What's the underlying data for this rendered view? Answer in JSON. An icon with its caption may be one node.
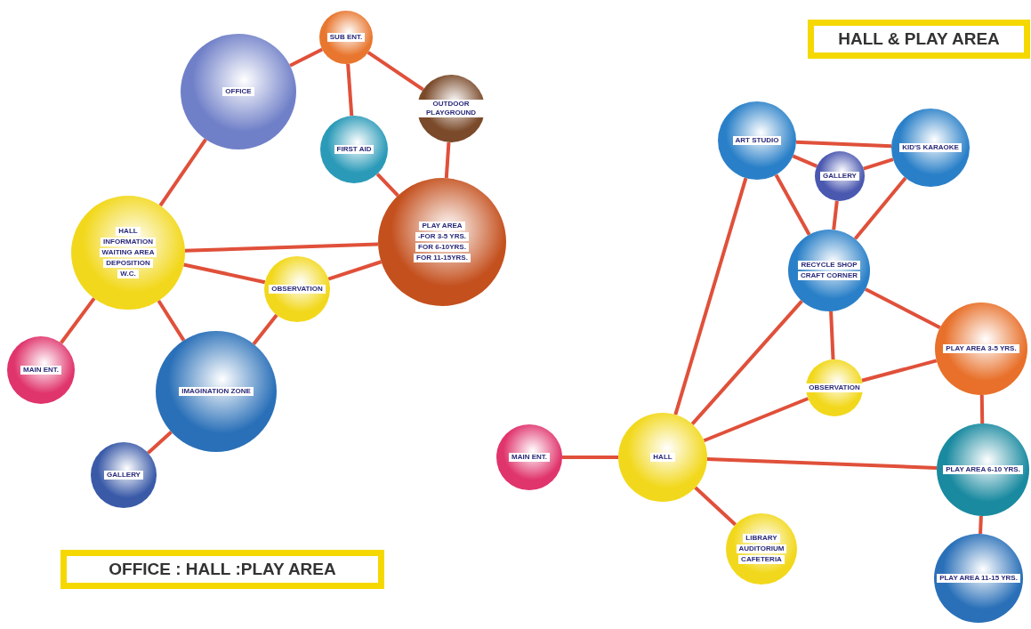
{
  "diagram": {
    "nodes": [
      {
        "text": [
          "SUB ENT."
        ]
      },
      {
        "text": [
          "OFFICE"
        ]
      },
      {
        "text": [
          "OUTDOOR PLAYGROUND"
        ]
      },
      {
        "text": [
          "FIRST AID"
        ]
      },
      {
        "text": [
          "HALL",
          "INFORMATION",
          "WAITING AREA",
          "DEPOSITION",
          "W.C."
        ]
      },
      {
        "text": [
          "PLAY AREA",
          "-FOR 3-5 YRS.",
          "FOR 6-10YRS.",
          "FOR 11-15YRS."
        ]
      },
      {
        "text": [
          "OBSERVATION"
        ]
      },
      {
        "text": [
          "MAIN ENT."
        ]
      },
      {
        "text": [
          "IMAGINATION ZONE"
        ]
      },
      {
        "text": [
          "GALLERY"
        ]
      },
      {
        "text": [
          "ART STUDIO"
        ]
      },
      {
        "text": [
          "GALLERY"
        ]
      },
      {
        "text": [
          "KID'S KARAOKE"
        ]
      },
      {
        "text": [
          "RECYCLE SHOP",
          "CRAFT CORNER"
        ]
      },
      {
        "text": [
          "PLAY AREA 3-5 YRS."
        ]
      },
      {
        "text": [
          "OBSERVATION"
        ]
      },
      {
        "text": [
          "MAIN ENT."
        ]
      },
      {
        "text": [
          "HALL"
        ]
      },
      {
        "text": [
          "LIBRARY",
          "AUDITORIUM",
          "CAFETERIA"
        ]
      },
      {
        "text": [
          "PLAY AREA 6-10 YRS."
        ]
      },
      {
        "text": [
          "PLAY AREA 11-15 YRS."
        ]
      }
    ],
    "edges": [
      {
        "from": 0,
        "to": 1,
        "arrow": "none"
      },
      {
        "from": 0,
        "to": 3,
        "arrow": "none"
      },
      {
        "from": 0,
        "to": 2,
        "arrow": "none"
      },
      {
        "from": 2,
        "to": 5,
        "arrow": "none"
      },
      {
        "from": 3,
        "to": 5,
        "arrow": "none"
      },
      {
        "from": 1,
        "to": 4,
        "arrow": "none"
      },
      {
        "from": 4,
        "to": 5,
        "arrow": "none"
      },
      {
        "from": 4,
        "to": 6,
        "arrow": "none"
      },
      {
        "from": 6,
        "to": 5,
        "arrow": "none"
      },
      {
        "from": 4,
        "to": 7,
        "arrow": "none"
      },
      {
        "from": 4,
        "to": 8,
        "arrow": "none"
      },
      {
        "from": 6,
        "to": 8,
        "arrow": "none"
      },
      {
        "from": 8,
        "to": 9,
        "arrow": "none"
      },
      {
        "from": 10,
        "to": 12,
        "arrow": "none"
      },
      {
        "from": 10,
        "to": 11,
        "arrow": "none"
      },
      {
        "from": 11,
        "to": 12,
        "arrow": "none"
      },
      {
        "from": 10,
        "to": 13,
        "arrow": "none"
      },
      {
        "from": 11,
        "to": 13,
        "arrow": "none"
      },
      {
        "from": 12,
        "to": 13,
        "arrow": "none"
      },
      {
        "from": 10,
        "to": 17,
        "arrow": "none"
      },
      {
        "from": 13,
        "to": 17,
        "arrow": "none"
      },
      {
        "from": 13,
        "to": 15,
        "arrow": "none"
      },
      {
        "from": 13,
        "to": 14,
        "arrow": "none"
      },
      {
        "from": 15,
        "to": 14,
        "arrow": "none"
      },
      {
        "from": 15,
        "to": 17,
        "arrow": "none"
      },
      {
        "from": 17,
        "to": 16,
        "arrow": "none"
      },
      {
        "from": 17,
        "to": 18,
        "arrow": "none"
      },
      {
        "from": 17,
        "to": 19,
        "arrow": "none"
      },
      {
        "from": 14,
        "to": 19,
        "arrow": "none"
      },
      {
        "from": 19,
        "to": 20,
        "arrow": "none"
      }
    ],
    "labels": [
      "HALL & PLAY AREA",
      "OFFICE : HALL :PLAY AREA"
    ]
  }
}
